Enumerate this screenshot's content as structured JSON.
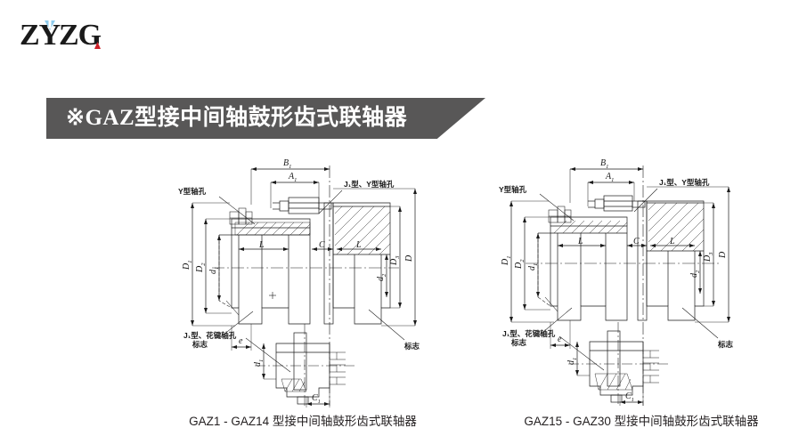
{
  "logo": {
    "text_red": "ZY",
    "text_blue": "ZG",
    "color_red": "#cc2028",
    "color_blue": "#8ecced",
    "accent_triangle_color": "#cc2028"
  },
  "banner": {
    "title": "※GAZ型接中间轴鼓形齿式联轴器",
    "background_color": "#585757",
    "text_color": "#ffffff"
  },
  "figures": [
    {
      "id": "left",
      "caption": "GAZ1 - GAZ14 型接中间轴鼓形齿式联轴器",
      "labels": {
        "y_bore": "Y型轴孔",
        "j1_y_bore": "J₁型、Y型轴孔",
        "mark_left": "标志",
        "mark_right": "标志",
        "spline_bore": "J₁型、花键轴孔"
      },
      "dimensions": {
        "b1": "B",
        "b1_sub": "1",
        "a1": "A",
        "a1_sub": "1",
        "d_cap_1": "D",
        "d_cap_1_sub": "1",
        "d_cap_2": "D",
        "d_cap_2_sub": "2",
        "d_low_1": "d",
        "d_low_1_sub": "1",
        "l_left": "L",
        "c": "C",
        "l_right": "L",
        "d_low_2": "d",
        "d_low_2_sub": "2",
        "d_cap_3": "D",
        "d_cap_3_sub": "3",
        "d_cap": "D",
        "e": "e",
        "c1": "C",
        "c1_sub": "1",
        "spline_d1": "d",
        "spline_d1_sub": "1"
      }
    },
    {
      "id": "right",
      "caption": "GAZ15 - GAZ30 型接中间轴鼓形齿式联轴器",
      "labels": {
        "y_bore": "Y型轴孔",
        "j1_y_bore": "J₁型、Y型轴孔",
        "mark_left": "标志",
        "mark_right": "标志",
        "spline_bore": "J₁型、花键轴孔"
      },
      "dimensions": {
        "b1": "B",
        "b1_sub": "1",
        "a1": "A",
        "a1_sub": "1",
        "d_cap_1": "D",
        "d_cap_1_sub": "1",
        "d_cap_2": "D",
        "d_cap_2_sub": "2",
        "d_low_1": "d",
        "d_low_1_sub": "1",
        "l_left": "L",
        "c": "C",
        "l_right": "L",
        "d_low_2": "d",
        "d_low_2_sub": "2",
        "d_cap_3": "D",
        "d_cap_3_sub": "3",
        "d_cap": "D",
        "e": "e",
        "c1": "C",
        "c1_sub": "1",
        "spline_d1": "d",
        "spline_d1_sub": "1"
      }
    }
  ],
  "colors": {
    "line": "#1a1a1a",
    "page_background": "#ffffff"
  }
}
